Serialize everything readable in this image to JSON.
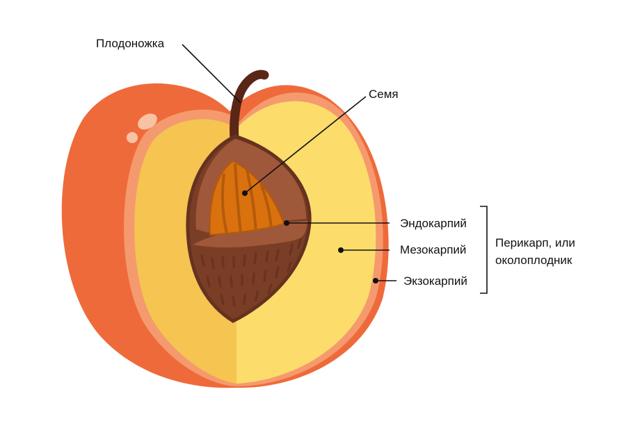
{
  "labels": {
    "stalk": "Плодоножка",
    "seed": "Семя",
    "endocarp": "Эндокарпий",
    "mesocarp": "Мезокарпий",
    "exocarp": "Экзокарпий",
    "pericarp_line1": "Перикарп, или",
    "pericarp_line2": "околоплодник"
  },
  "colors": {
    "skin": "#ef6a3a",
    "skin_rim": "#f59a6e",
    "flesh_left": "#f5c451",
    "flesh_right": "#fcdc6b",
    "stone": "#7a3e26",
    "stone_rim": "#a0583a",
    "seed": "#d9720e",
    "stalk": "#5a2616"
  }
}
